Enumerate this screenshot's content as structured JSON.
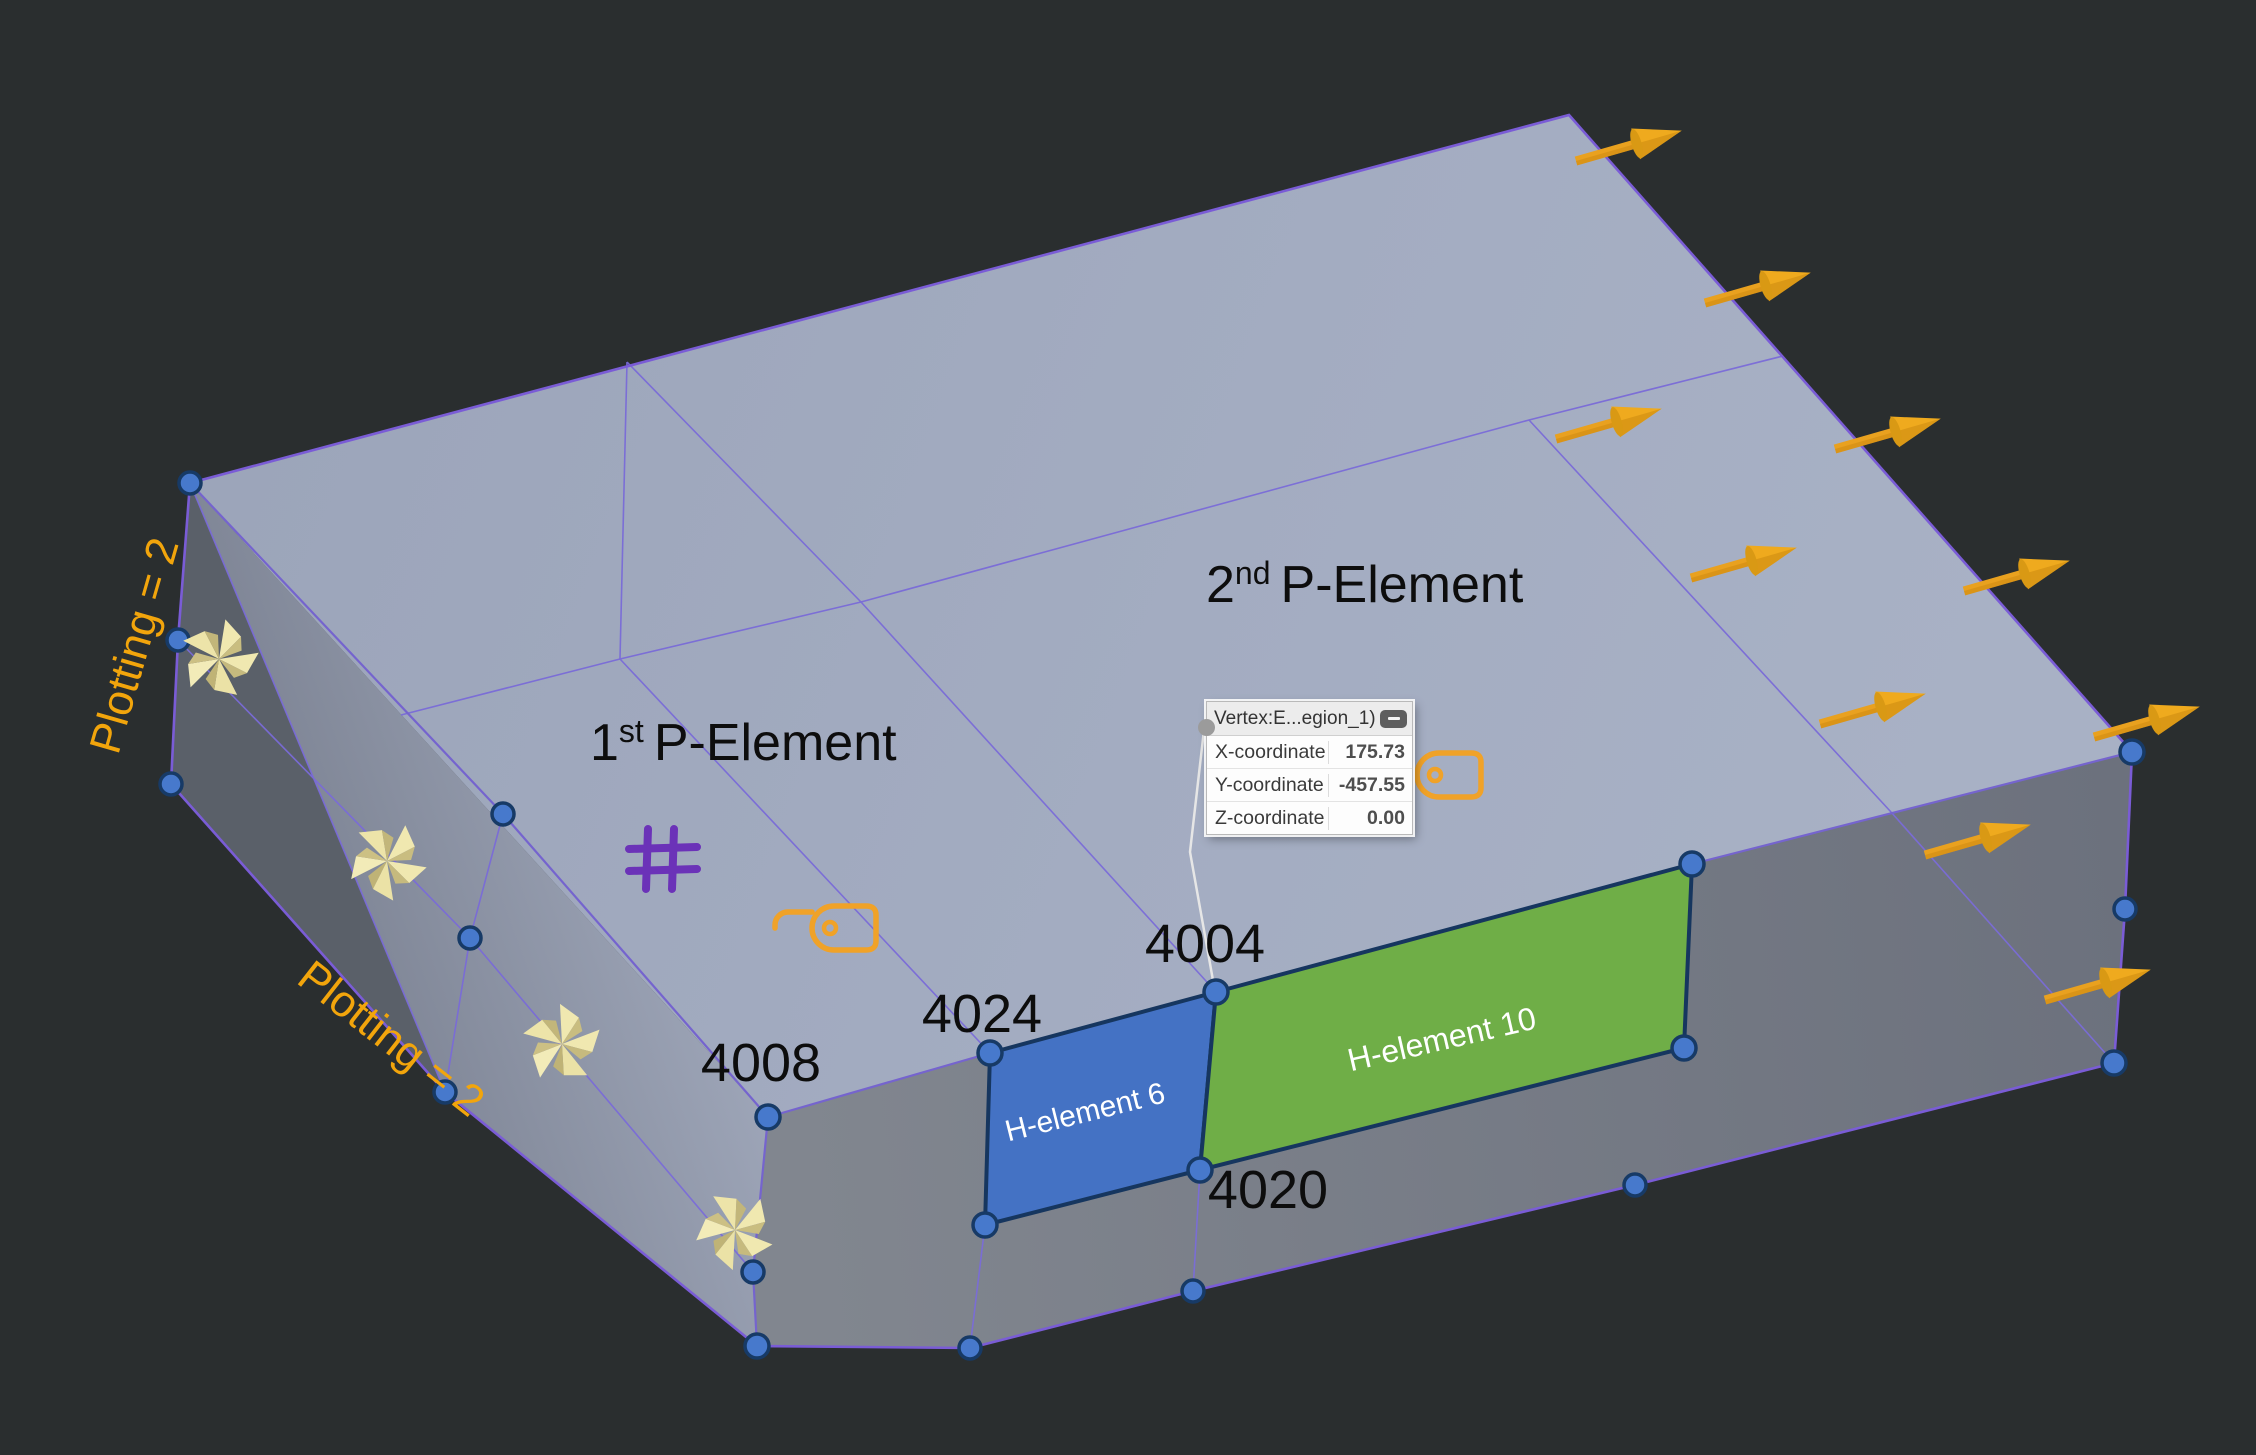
{
  "viewport": {
    "background_color": "#2A2E2F",
    "description": "3D finite-element viewport showing a meshed slab with p-elements, h-elements, loads and constraints"
  },
  "annotations": {
    "p_element_1": {
      "num": "1",
      "sup": "st",
      "rest": "P-Element"
    },
    "p_element_2": {
      "num": "2",
      "sup": "nd",
      "rest": "P-Element"
    },
    "plotting_left": "Plotting = 2",
    "plotting_bottom": "Plotting = 2"
  },
  "node_labels": {
    "n4008": "4008",
    "n4024": "4024",
    "n4004": "4004",
    "n4020": "4020"
  },
  "h_elements": {
    "h6": {
      "label": "H-element 6",
      "color": "#4472C4",
      "border": "#16365F"
    },
    "h10": {
      "label": "H-element 10",
      "color": "#6FAE47",
      "border": "#16365F"
    }
  },
  "tooltip": {
    "title": "Vertex:E...egion_1)",
    "minimize_icon": "minus",
    "rows": [
      {
        "label": "X-coordinate",
        "value": "175.73"
      },
      {
        "label": "Y-coordinate",
        "value": "-457.55"
      },
      {
        "label": "Z-coordinate",
        "value": "0.00"
      }
    ]
  },
  "colors": {
    "top_face": "#A0A9BE",
    "front_left_face_light": "#9FA7BA",
    "front_left_face_dark": "#747A89",
    "left_shaded_wedge": "#5A6069",
    "front_right_face": "#7C818C",
    "mesh_line": "#7A6BD8",
    "outline": "#7A5CD6",
    "node_fill": "#4779CC",
    "node_stroke": "#173A66",
    "load_arrow": "#E9A11F",
    "constraint_glyph": "#EFE7AE",
    "tag_icon": "#F0A228",
    "grid_icon": "#6B32B8",
    "annotation_text": "#0D0D0D",
    "plotting_text": "#F2A50C"
  }
}
